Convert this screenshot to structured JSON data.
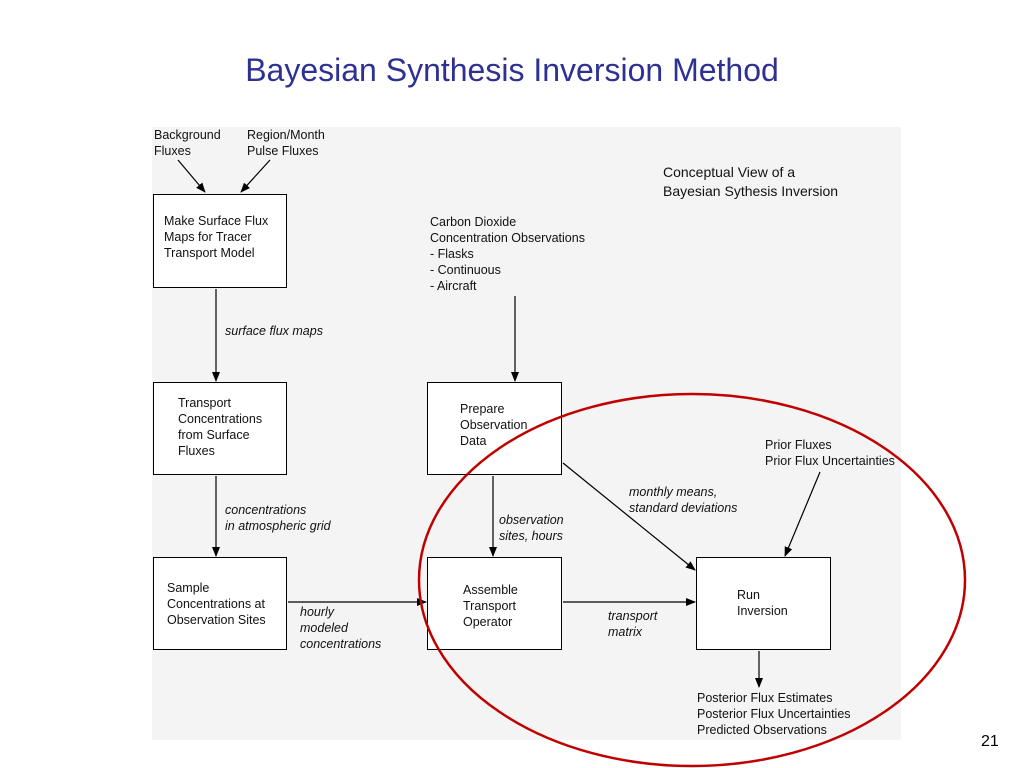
{
  "slide": {
    "title": "Bayesian Synthesis Inversion Method",
    "page_number": "21"
  },
  "diagram": {
    "heading": "Conceptual View of a\nBayesian Sythesis Inversion",
    "inputs": {
      "background_fluxes": "Background\nFluxes",
      "region_month": "Region/Month\nPulse Fluxes",
      "co2_observations": "Carbon Dioxide\nConcentration Observations\n- Flasks\n- Continuous\n- Aircraft",
      "prior": "Prior Fluxes\nPrior Flux Uncertainties"
    },
    "boxes": {
      "make_maps": "Make Surface Flux\nMaps for Tracer\nTransport Model",
      "transport": "Transport\nConcentrations\nfrom Surface\nFluxes",
      "sample": "Sample\nConcentrations at\nObservation Sites",
      "prepare": "Prepare\nObservation\nData",
      "assemble": "Assemble\nTransport\nOperator",
      "run": "Run\nInversion"
    },
    "edge_labels": {
      "surface_flux_maps": "surface flux maps",
      "concentrations_grid": "concentrations\nin atmospheric grid",
      "hourly_modeled": "hourly\nmodeled\nconcentrations",
      "observation_sites": "observation\nsites, hours",
      "monthly_means": "monthly means,\nstandard deviations",
      "transport_matrix": "transport\nmatrix"
    },
    "outputs": "Posterior Flux Estimates\nPosterior Flux Uncertainties\nPredicted Observations",
    "highlight_color": "#c00000",
    "title_color": "#2e3192"
  }
}
